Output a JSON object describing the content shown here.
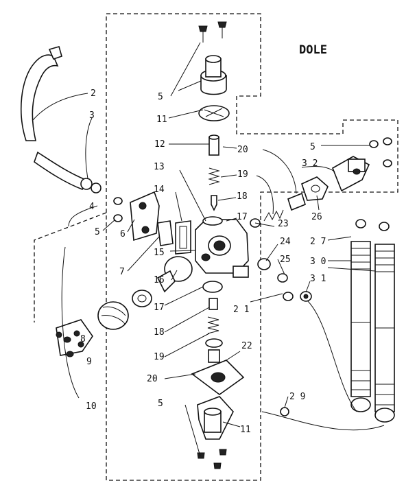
{
  "title": "DOLE",
  "labels": {
    "l2": "2",
    "l3": "3",
    "l4": "4",
    "l5a": "5",
    "l5b": "5",
    "l5c": "5",
    "l5d": "5",
    "l6": "6",
    "l7": "7",
    "l8": "8",
    "l9": "9",
    "l10": "10",
    "l11a": "11",
    "l11b": "11",
    "l12": "12",
    "l13": "13",
    "l14": "14",
    "l15": "15",
    "l16": "16",
    "l17a": "17",
    "l17b": "17",
    "l18a": "18",
    "l18b": "18",
    "l19a": "19",
    "l19b": "19",
    "l20a": "20",
    "l20b": "20",
    "l21": "2 1",
    "l22": "22",
    "l23": "23",
    "l24": "24",
    "l25": "25",
    "l26": "26",
    "l27": "2 7",
    "l29": "2 9",
    "l30": "3 0",
    "l31": "3 1",
    "l32": "3 2"
  }
}
